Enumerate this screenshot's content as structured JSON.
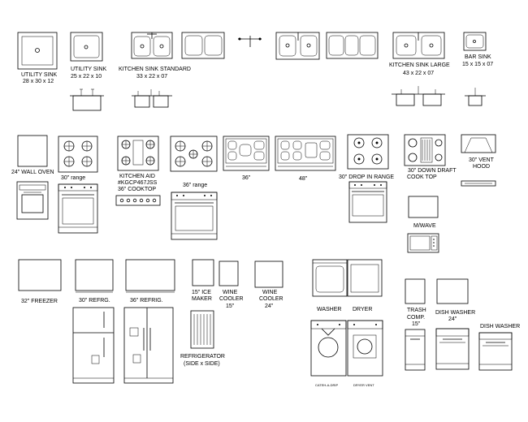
{
  "labels": {
    "utility_sink": "UTILITY SINK",
    "utility_sink_size": "28 x 30 x 12",
    "utility_sink_2": "UTILITY SINK",
    "utility_sink_2_size": "25 x 22 x 10",
    "kitchen_sink_standard": "KITCHEN SINK STANDARD",
    "kitchen_sink_standard_size": "33 x 22 x 07",
    "kitchen_sink_large": "KITCHEN SINK LARGE",
    "kitchen_sink_large_size": "43 x 22 x 07",
    "bar_sink": "BAR SINK",
    "bar_sink_size": "15 x 15 x 07",
    "wall_oven": "24\" WALL OVEN",
    "range_30": "30\" range",
    "kitchen_aid": "KITCHEN  AID",
    "kitchen_aid_model": "#KGCP467JSS",
    "cooktop_36": "36\" COOKTOP",
    "range_36": "36\" range",
    "size_36": "36\"",
    "size_48": "48\"",
    "drop_in_range": "30\" DROP IN RANGE",
    "down_draft": "30\" DOWN DRAFT",
    "cook_top": "COOK TOP",
    "vent_hood": "30\" VENT",
    "vent_hood_2": "HOOD",
    "microwave": "M/WAVE",
    "freezer": "32\" FREEZER",
    "refrig_30": "30\" REFRG.",
    "refrig_36": "36\" REFRIG.",
    "ice_maker": "15\" ICE",
    "ice_maker_2": "MAKER",
    "wine_cooler_15": "WINE",
    "wine_cooler_15_2": "COOLER",
    "wine_cooler_15_3": "15\"",
    "wine_cooler_24": "WINE",
    "wine_cooler_24_2": "COOLER",
    "wine_cooler_24_3": "24\"",
    "washer": "WASHER",
    "dryer": "DRYER",
    "trash_comp": "TRASH",
    "trash_comp_2": "COMP.",
    "trash_comp_3": "15\"",
    "dish_washer_24": "DISH WASHER",
    "dish_washer_24_2": "24\"",
    "dish_washer": "DISH WASHER",
    "refrigerator_side": "REFRIGERATOR",
    "refrigerator_side_2": "(SIDE x SIDE)",
    "washer_front": "CATEH-A-DRIP",
    "dryer_front": "DRYER VENT"
  },
  "colors": {
    "line": "#000000",
    "background": "#ffffff"
  }
}
